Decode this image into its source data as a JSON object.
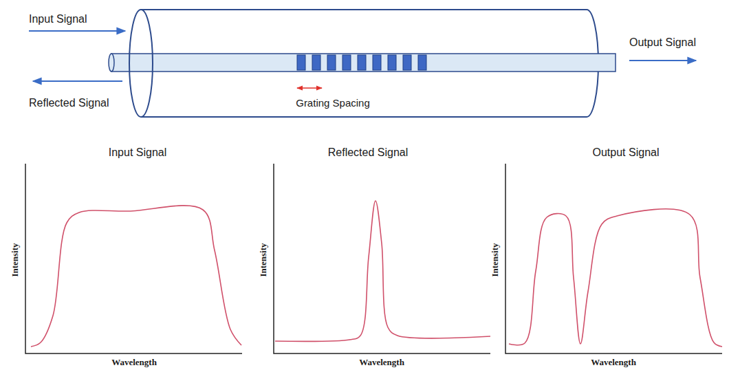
{
  "diagram": {
    "labels": [
      "Input Signal",
      "Reflected Signal",
      "Grating Spacing",
      "Output Signal",
      "Input Signal",
      "Reflected Signal",
      "Output Signal",
      "Intensity",
      "Wavelength",
      "Intensity",
      "Wavelength",
      "Intensity",
      "Wavelength"
    ]
  }
}
